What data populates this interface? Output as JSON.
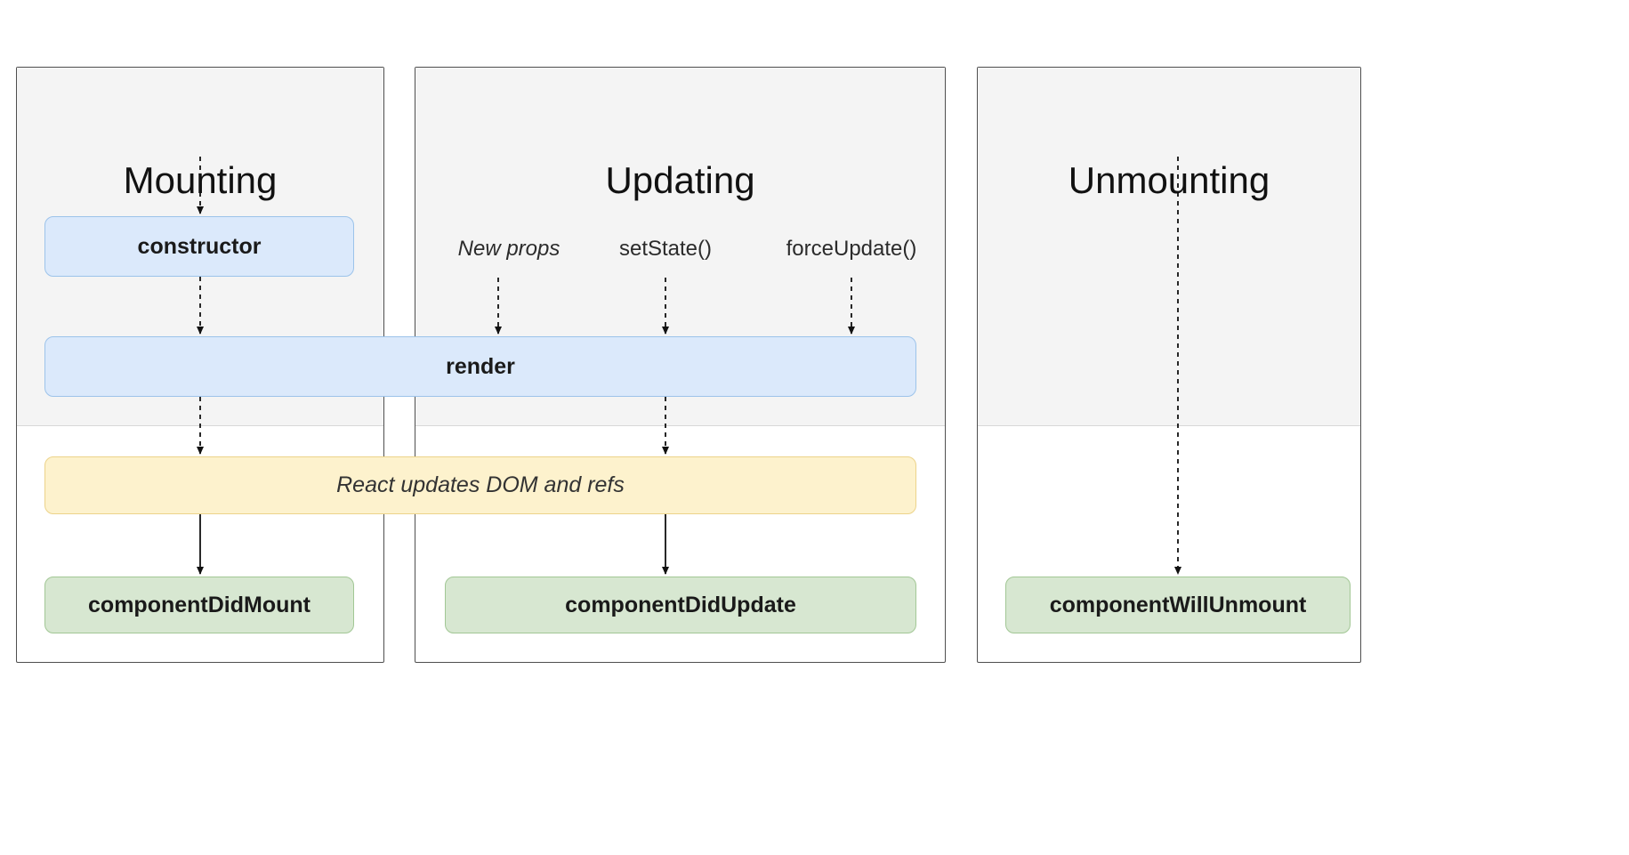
{
  "diagram": {
    "columns": {
      "mounting": {
        "title": "Mounting"
      },
      "updating": {
        "title": "Updating"
      },
      "unmounting": {
        "title": "Unmounting"
      }
    },
    "triggers": {
      "new_props": "New props",
      "set_state": "setState()",
      "force_update": "forceUpdate()"
    },
    "nodes": {
      "constructor": "constructor",
      "render": "render",
      "react_updates": "React updates DOM and refs",
      "component_did_mount": "componentDidMount",
      "component_did_update": "componentDidUpdate",
      "component_will_unmount": "componentWillUnmount"
    },
    "colors": {
      "blue_bg": "#dbe9fb",
      "blue_border": "#9cc3ea",
      "yellow_bg": "#fdf2cd",
      "yellow_border": "#ecd38a",
      "green_bg": "#d7e7d1",
      "green_border": "#a2c795",
      "render_phase_bg": "#f4f4f4",
      "commit_phase_bg": "#ffffff",
      "panel_border": "#4f4f4f",
      "arrow": "#111111"
    }
  }
}
